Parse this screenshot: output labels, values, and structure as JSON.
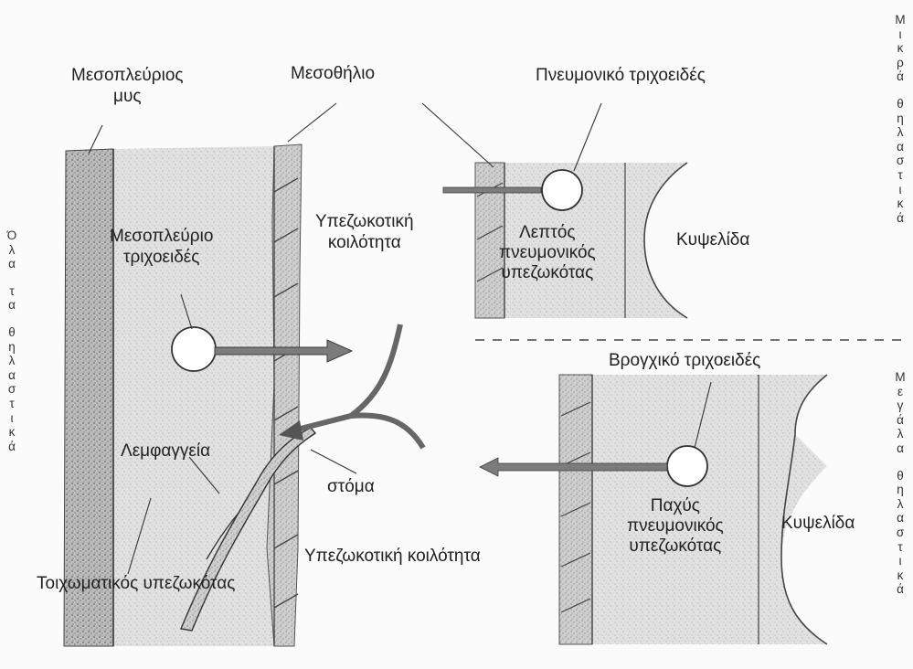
{
  "labels": {
    "mesopleurios_mys": "Μεσοπλεύριος\nμυς",
    "mesothilio": "Μεσοθήλιο",
    "pneumoniko_trichoeides": "Πνευμονικό τριχοειδές",
    "mesopleurio_trichoeides": "Μεσοπλεύριο\nτριχοειδές",
    "ypezokotiki_koilotita_top": "Υπεζωκοτική\nκοιλότητα",
    "leptos_ypezokotas": "Λεπτός\nπνευμονικός\nυπεζωκότας",
    "kypselida_top": "Κυψελίδα",
    "vrogchiko_trichoeides": "Βρογχικό τριχοειδές",
    "lemfaggeia": "Λεμφαγγεία",
    "stoma": "στόμα",
    "pachys_ypezokotas": "Παχύς\nπνευμονικός\nυπεζωκότας",
    "kypselida_bottom": "Κυψελίδα",
    "ypezokotiki_koilotita_bottom": "Υπεζωκοτική κοιλότητα",
    "toichomatikos_ypezokotas": "Τοιχωματικός υπεζωκότας"
  },
  "side_labels": {
    "left": "Όλα τα θηλαστικά",
    "right_top": "Μικρά θηλαστικά",
    "right_bottom": "Μεγάλα θηλαστικά"
  }
}
